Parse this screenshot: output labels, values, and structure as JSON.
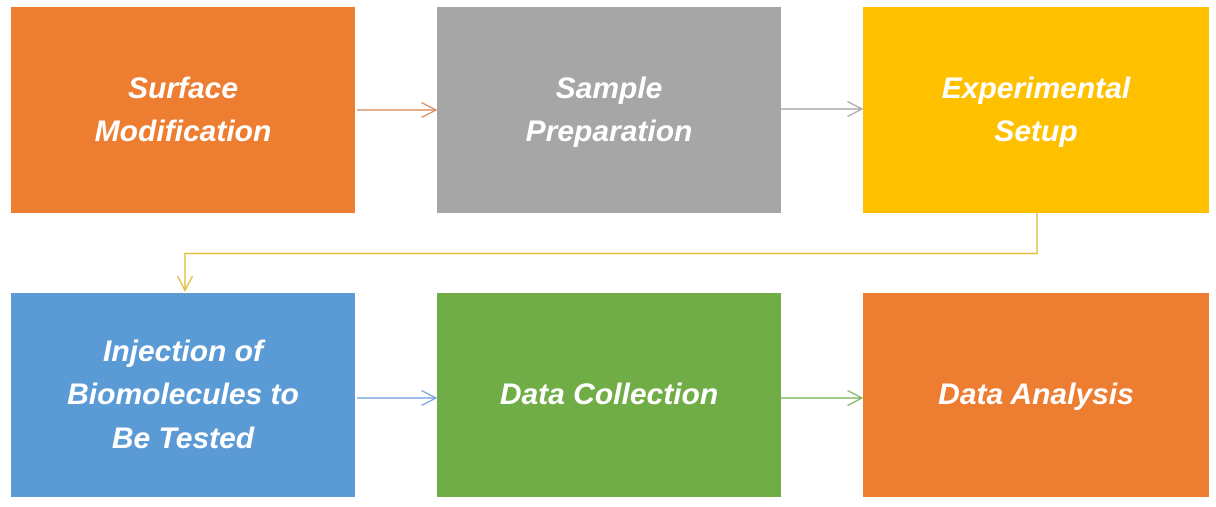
{
  "diagram": {
    "type": "flowchart",
    "text_color": "#FFFFFF",
    "steps": [
      {
        "id": "surface-modification",
        "label": "Surface\nModification",
        "color": "#ED7D31"
      },
      {
        "id": "sample-preparation",
        "label": "Sample\nPreparation",
        "color": "#A6A6A6"
      },
      {
        "id": "experimental-setup",
        "label": "Experimental\nSetup",
        "color": "#FFC000"
      },
      {
        "id": "injection-of-biomolecules",
        "label": "Injection of\nBiomolecules to\nBe Tested",
        "color": "#5B9BD5"
      },
      {
        "id": "data-collection",
        "label": "Data Collection",
        "color": "#70AD47"
      },
      {
        "id": "data-analysis",
        "label": "Data Analysis",
        "color": "#ED7D31"
      }
    ],
    "arrows": [
      {
        "from": "surface-modification",
        "to": "sample-preparation",
        "shape": "straight",
        "color": "#D9936A"
      },
      {
        "from": "sample-preparation",
        "to": "experimental-setup",
        "shape": "straight",
        "color": "#ABABAB"
      },
      {
        "from": "experimental-setup",
        "to": "injection-of-biomolecules",
        "shape": "elbow",
        "color": "#E4BE3D"
      },
      {
        "from": "injection-of-biomolecules",
        "to": "data-collection",
        "shape": "straight",
        "color": "#7FA8DB"
      },
      {
        "from": "data-collection",
        "to": "data-analysis",
        "shape": "straight",
        "color": "#87B96B"
      }
    ]
  }
}
